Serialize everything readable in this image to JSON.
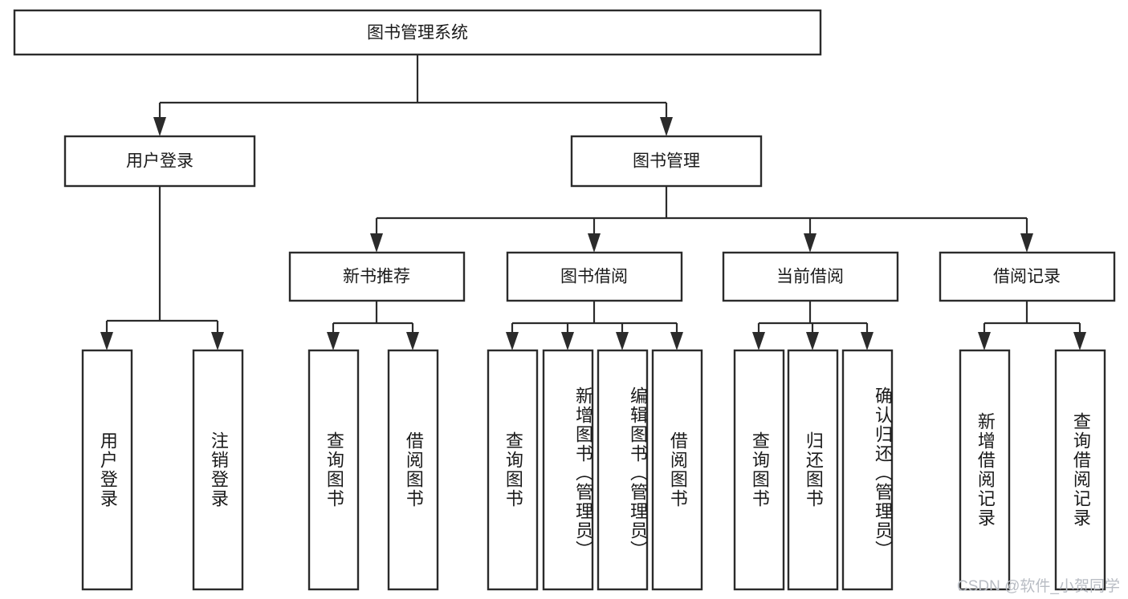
{
  "diagram": {
    "title": "图书管理系统",
    "type": "tree-hierarchy-chart",
    "watermark": "CSDN @软件_小贺同学",
    "root": {
      "id": "root",
      "label": "图书管理系统"
    },
    "level2": [
      {
        "id": "user-login",
        "label": "用户登录"
      },
      {
        "id": "book-manage",
        "label": "图书管理"
      }
    ],
    "level3": [
      {
        "id": "new-book-recommend",
        "label": "新书推荐"
      },
      {
        "id": "book-borrow",
        "label": "图书借阅"
      },
      {
        "id": "current-borrow",
        "label": "当前借阅"
      },
      {
        "id": "borrow-record",
        "label": "借阅记录"
      }
    ],
    "leaves": [
      {
        "id": "leaf-user-login",
        "label": "用户登录",
        "parent": "user-login"
      },
      {
        "id": "leaf-logout-login",
        "label": "注销登录",
        "parent": "user-login"
      },
      {
        "id": "leaf-query-book-1",
        "label": "查询图书",
        "parent": "new-book-recommend"
      },
      {
        "id": "leaf-borrow-book-1",
        "label": "借阅图书",
        "parent": "new-book-recommend"
      },
      {
        "id": "leaf-query-book-2",
        "label": "查询图书",
        "parent": "book-borrow"
      },
      {
        "id": "leaf-add-book",
        "label": "新增图书（管理员）",
        "parent": "book-borrow"
      },
      {
        "id": "leaf-edit-book",
        "label": "编辑图书（管理员）",
        "parent": "book-borrow"
      },
      {
        "id": "leaf-borrow-book-2",
        "label": "借阅图书",
        "parent": "book-borrow"
      },
      {
        "id": "leaf-query-book-3",
        "label": "查询图书",
        "parent": "current-borrow"
      },
      {
        "id": "leaf-return-book",
        "label": "归还图书",
        "parent": "current-borrow"
      },
      {
        "id": "leaf-confirm-return",
        "label": "确认归还（管理员）",
        "parent": "current-borrow"
      },
      {
        "id": "leaf-add-record",
        "label": "新增借阅记录",
        "parent": "borrow-record"
      },
      {
        "id": "leaf-query-record",
        "label": "查询借阅记录",
        "parent": "borrow-record"
      }
    ],
    "colors": {
      "stroke": "#2b2b2b",
      "box_fill": "#ffffff",
      "text": "#1a1a1a",
      "background": "#ffffff",
      "watermark": "#b9bdc4"
    }
  }
}
